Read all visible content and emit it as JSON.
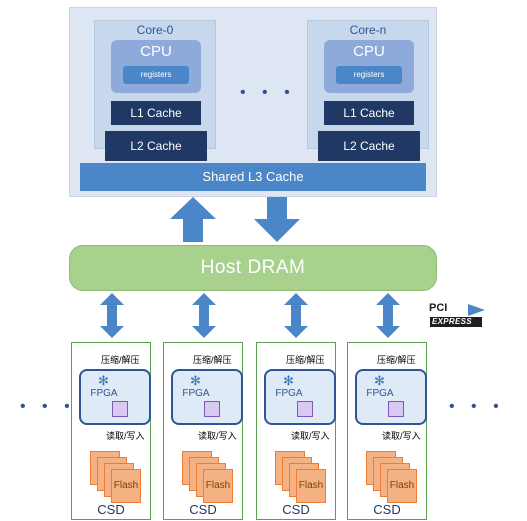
{
  "host": {
    "cores": [
      {
        "title": "Core-0",
        "cpu": "CPU",
        "registers": "registers",
        "l1": "L1 Cache",
        "l2": "L2 Cache"
      },
      {
        "title": "Core-n",
        "cpu": "CPU",
        "registers": "registers",
        "l1": "L1 Cache",
        "l2": "L2 Cache"
      }
    ],
    "ellipsis": "• • •",
    "shared_l3": "Shared L3 Cache"
  },
  "dram": {
    "label": "Host DRAM"
  },
  "interconnect": {
    "badge_top": "PCI",
    "badge_bottom": "EXPRESS"
  },
  "csds": [
    {
      "label": "CSD",
      "compress": "压缩/解压",
      "fpga": "FPGA",
      "rw": "读取/写入",
      "flash": "Flash"
    },
    {
      "label": "CSD",
      "compress": "压缩/解压",
      "fpga": "FPGA",
      "rw": "读取/写入",
      "flash": "Flash"
    },
    {
      "label": "CSD",
      "compress": "压缩/解压",
      "fpga": "FPGA",
      "rw": "读取/写入",
      "flash": "Flash"
    },
    {
      "label": "CSD",
      "compress": "压缩/解压",
      "fpga": "FPGA",
      "rw": "读取/写入",
      "flash": "Flash"
    }
  ],
  "side_ellipsis": "• • •",
  "colors": {
    "accent": "#4a86c8",
    "dark": "#203864",
    "green": "#a9d18e",
    "orange": "#f4b183"
  }
}
